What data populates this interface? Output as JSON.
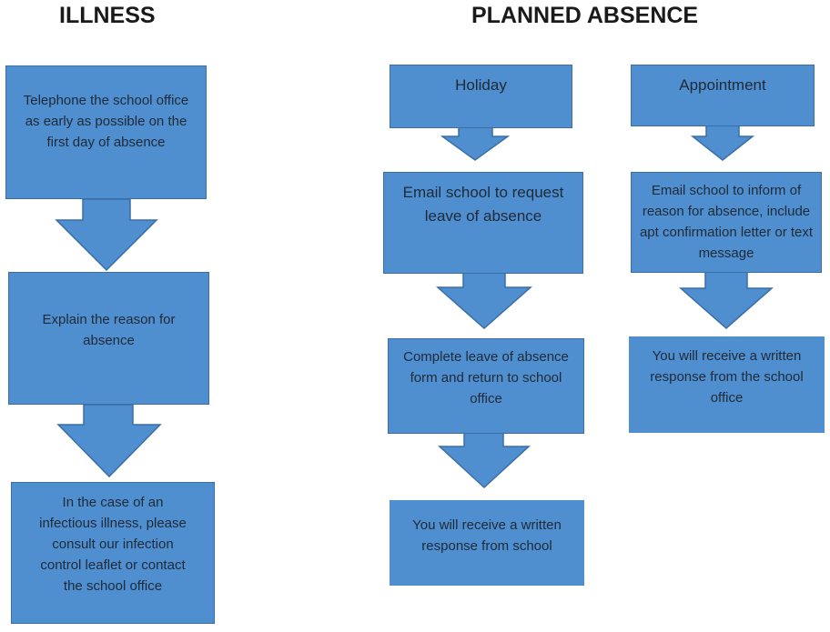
{
  "illness": {
    "heading": "ILLNESS",
    "steps": [
      "Telephone the school office as early as possible on the first day of absence",
      "Explain the reason for absence",
      "In the case of an infectious illness, please consult our infection control leaflet or contact the school office"
    ]
  },
  "planned_absence": {
    "heading": "PLANNED ABSENCE",
    "holiday": {
      "title": "Holiday",
      "steps": [
        "Email school to request leave of absence",
        "Complete leave of absence form and return to school office",
        "You will receive a written response from school"
      ]
    },
    "appointment": {
      "title": "Appointment",
      "steps": [
        "Email school to inform of reason for absence, include apt confirmation letter or text message",
        "You will receive a written response from the school office"
      ]
    }
  },
  "colors": {
    "box_fill": "#4f8fd0",
    "box_border": "#3a6ea5",
    "text": "#1f2a36"
  }
}
